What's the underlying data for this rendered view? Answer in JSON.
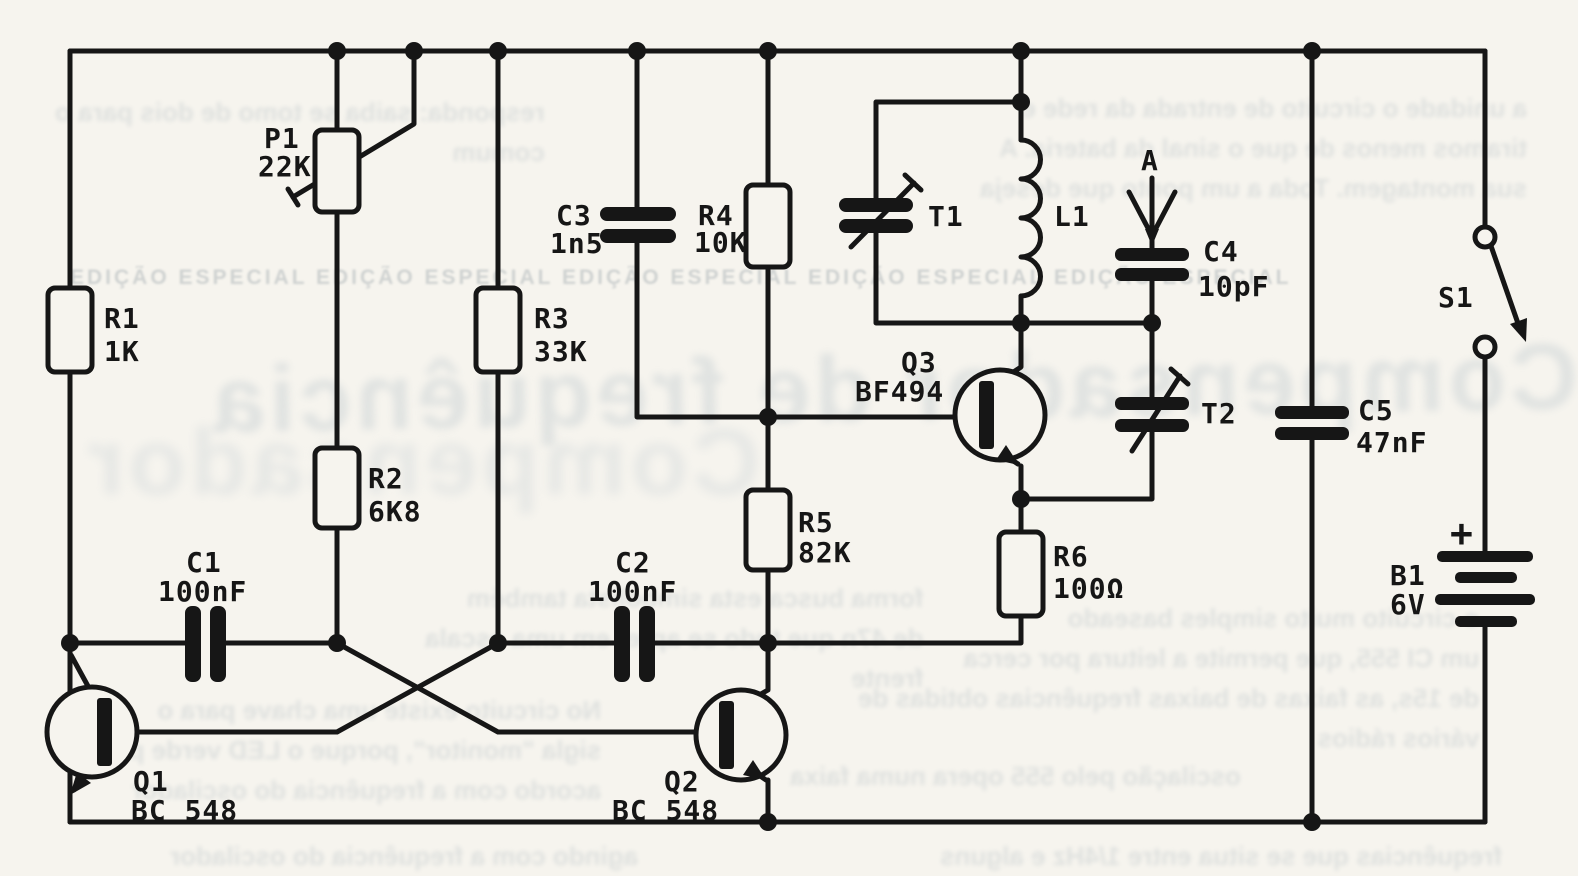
{
  "figure": {
    "kind": "electronic-circuit-schematic"
  },
  "components": {
    "P1": {
      "ref": "P1",
      "value": "22K"
    },
    "R1": {
      "ref": "R1",
      "value": "1K"
    },
    "R2": {
      "ref": "R2",
      "value": "6K8"
    },
    "R3": {
      "ref": "R3",
      "value": "33K"
    },
    "R4": {
      "ref": "R4",
      "value": "10K"
    },
    "R5": {
      "ref": "R5",
      "value": "82K"
    },
    "R6": {
      "ref": "R6",
      "value": "100Ω"
    },
    "C1": {
      "ref": "C1",
      "value": "100nF"
    },
    "C2": {
      "ref": "C2",
      "value": "100nF"
    },
    "C3": {
      "ref": "C3",
      "value": "1n5"
    },
    "C4": {
      "ref": "C4",
      "value": "10pF"
    },
    "C5": {
      "ref": "C5",
      "value": "47nF"
    },
    "Q1": {
      "ref": "Q1",
      "value": "BC 548"
    },
    "Q2": {
      "ref": "Q2",
      "value": "BC 548"
    },
    "Q3": {
      "ref": "Q3",
      "value": "BF494"
    },
    "T1": {
      "ref": "T1"
    },
    "T2": {
      "ref": "T2"
    },
    "L1": {
      "ref": "L1"
    },
    "A": {
      "ref": "A"
    },
    "S1": {
      "ref": "S1"
    },
    "B1": {
      "ref": "B1",
      "value": "6V",
      "polarity": "+"
    }
  },
  "bleedthrough": {
    "watermark": "EDIÇÃO ESPECIAL      EDIÇÃO ESPECIAL      EDIÇÃO ESPECIAL      EDIÇÃO ESPECIAL      EDIÇÃO ESPECIAL",
    "headline": "Compensador de frequência",
    "headline2": "Compensador",
    "top_left": [
      "responda: saiba se tomo de dois para o",
      "comum"
    ],
    "top_right": [
      "a unidade o circuito de entrada da rede e",
      "tiramos menos de que o sinal da bateria. A",
      "sua montagem. Toda a um ponto que deseja"
    ],
    "mid_left": [
      "forma busca esta simbolista também",
      "de 47n que tudo se apre- em uma escala",
      "frente"
    ],
    "mid_right": [
      "o circuito muito simples baseado",
      "um CI 555, que permite a leitura por cerca",
      "de 15s, as faixas de baixas frequências obtidas de",
      "vários rádios"
    ],
    "bottom_left": [
      "No circuito existe uma chave para o",
      "sigla \"monitor\", porque o LED verde pisca",
      "acordo com a frequência do oscilador"
    ],
    "bottom_left2": [
      "agindo com a frequência do oscilador"
    ],
    "bottom_right": [
      "oscilação pelo 555 opera numa faixa",
      "frequências que se situa entre 1/4Hz e alguns"
    ]
  }
}
